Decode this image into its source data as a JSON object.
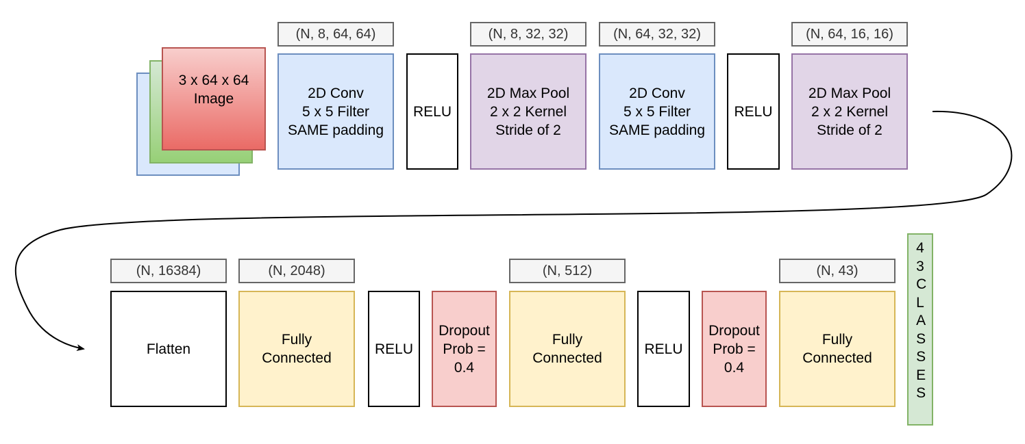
{
  "input": {
    "label": "3 x 64 x 64\nImage",
    "colors": [
      "#dae8fc",
      "#d5e8d4",
      "#f8cecc"
    ]
  },
  "row1": {
    "blocks": [
      {
        "label": "2D Conv\n5 x 5 Filter\nSAME padding",
        "shape": "(N, 8, 64, 64)"
      },
      {
        "label": "RELU"
      },
      {
        "label": "2D Max Pool\n2 x 2 Kernel\nStride of 2",
        "shape": "(N, 8, 32, 32)"
      },
      {
        "label": "2D Conv\n5 x 5 Filter\nSAME padding",
        "shape": "(N, 64, 32, 32)"
      },
      {
        "label": "RELU"
      },
      {
        "label": "2D Max Pool\n2 x 2 Kernel\nStride of 2",
        "shape": "(N, 64, 16, 16)"
      }
    ]
  },
  "row2": {
    "blocks": [
      {
        "label": "Flatten",
        "shape": "(N, 16384)"
      },
      {
        "label": "Fully\nConnected",
        "shape": "(N, 2048)"
      },
      {
        "label": "RELU"
      },
      {
        "label": "Dropout\nProb =\n0.4"
      },
      {
        "label": "Fully\nConnected",
        "shape": "(N, 512)"
      },
      {
        "label": "RELU"
      },
      {
        "label": "Dropout\nProb =\n0.4"
      },
      {
        "label": "Fully\nConnected",
        "shape": "(N, 43)"
      }
    ]
  },
  "output": {
    "label": "43 CLASSES"
  },
  "colors": {
    "conv": "#dae8fc",
    "pool": "#e1d5e7",
    "fc": "#fff2cc",
    "dropout": "#f8cecc",
    "output": "#d5e8d4",
    "shape_tag": "#f5f5f5"
  }
}
